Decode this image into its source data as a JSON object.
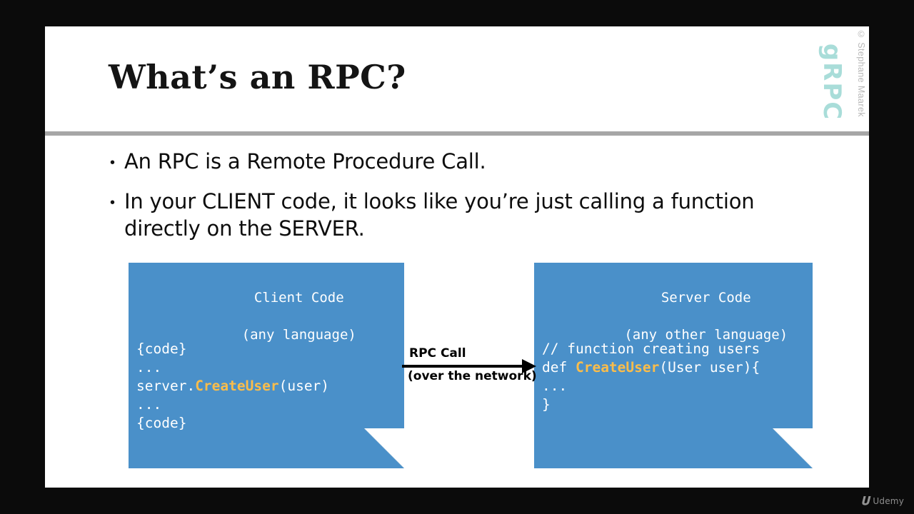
{
  "slide": {
    "title": "What’s an RPC?",
    "branding": {
      "logo_text": "gRPC",
      "logo_color": "#a9ddd9",
      "copyright": "© Stephane Maarek"
    },
    "bullets": [
      {
        "marker": "•",
        "text": "An RPC is a Remote Procedure Call."
      },
      {
        "marker": "•",
        "text": "In your CLIENT code, it looks like you’re just calling a function directly on the SERVER."
      }
    ],
    "diagram": {
      "accent_blue": "#4a90c9",
      "fold_blue": "#39739f",
      "highlight_orange": "#fbbd4a",
      "client_card": {
        "heading_line_1": "Client Code",
        "heading_line_2": "(any language)",
        "code_line_1": "{code}",
        "code_line_2": "...",
        "code_line_3_pre": "server.",
        "code_line_3_fn": "CreateUser",
        "code_line_3_post": "(user)",
        "code_line_4": "...",
        "code_line_5": "{code}"
      },
      "server_card": {
        "heading_line_1": "Server Code",
        "heading_line_2": "(any other language)",
        "code_line_1": "// function creating users",
        "code_line_2_pre": "def ",
        "code_line_2_fn": "CreateUser",
        "code_line_2_post": "(User user){",
        "code_line_3": "...",
        "code_line_4": "}"
      },
      "arrow": {
        "label_top": "RPC Call",
        "label_bottom": "(over the network)"
      }
    }
  },
  "player": {
    "watermark_mark": "𝐔",
    "watermark_text": "Udemy"
  }
}
